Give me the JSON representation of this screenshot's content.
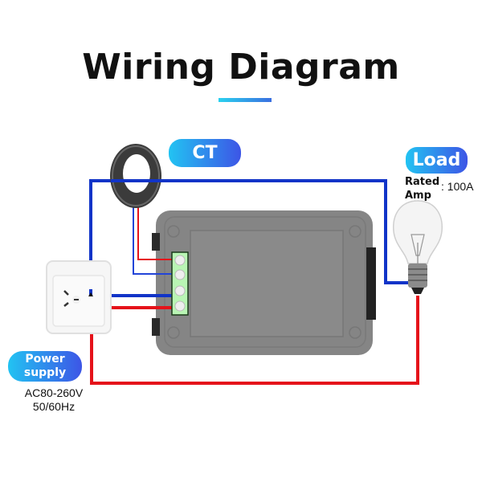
{
  "title": "Wiring Diagram",
  "labels": {
    "ct": "CT",
    "load": "Load",
    "rated_line1": "Rated",
    "rated_line2": "Amp",
    "rated_value": ": 100A",
    "power_line1": "Power",
    "power_line2": "supply",
    "power_spec_line1": "AC80-260V",
    "power_spec_line2": "50/60Hz"
  },
  "colors": {
    "live_wire": "#e5121a",
    "neutral_wire": "#1134c8",
    "accent_start": "#22c3f2",
    "accent_end": "#3d55e6",
    "meter_body": "#858585",
    "terminal_block": "#b9f5b4"
  },
  "components": {
    "meter": {
      "terminals": 4
    },
    "outlet": {
      "type": "wall-socket"
    },
    "bulb": {
      "type": "incandescent-bulb"
    },
    "ct_ring": {
      "type": "current-transformer"
    }
  }
}
